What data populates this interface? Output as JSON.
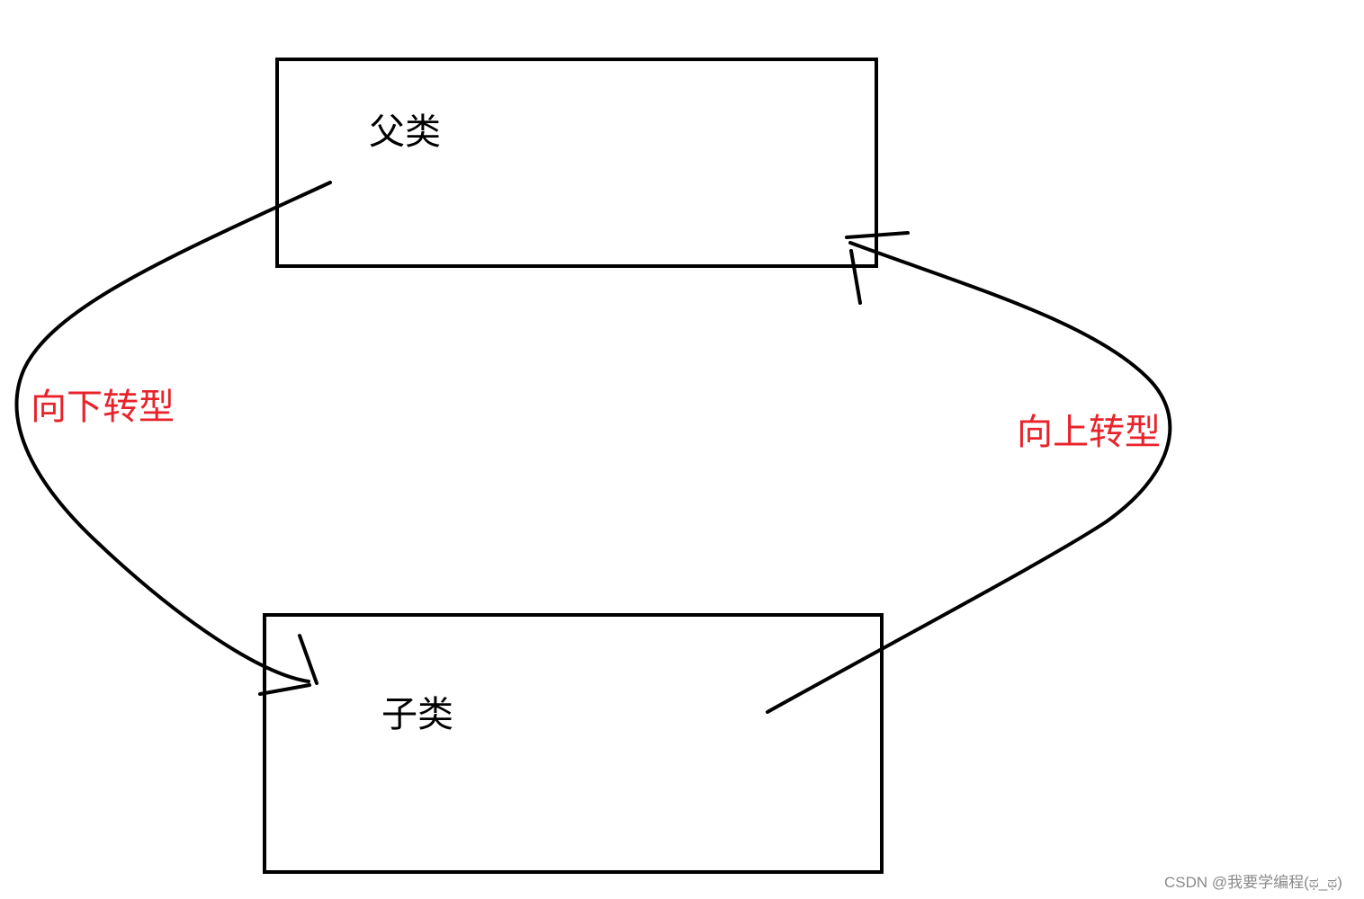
{
  "nodes": {
    "parent": {
      "label": "父类"
    },
    "child": {
      "label": "子类"
    }
  },
  "edges": {
    "downcast": {
      "label": "向下转型",
      "from": "parent",
      "to": "child"
    },
    "upcast": {
      "label": "向上转型",
      "from": "child",
      "to": "parent"
    }
  },
  "colors": {
    "stroke": "#000000",
    "label_text": "#000000",
    "transition_text": "#e8232b",
    "watermark_text": "#8a8a8a"
  },
  "watermark": "CSDN @我要学编程(ಥ_ಥ)"
}
